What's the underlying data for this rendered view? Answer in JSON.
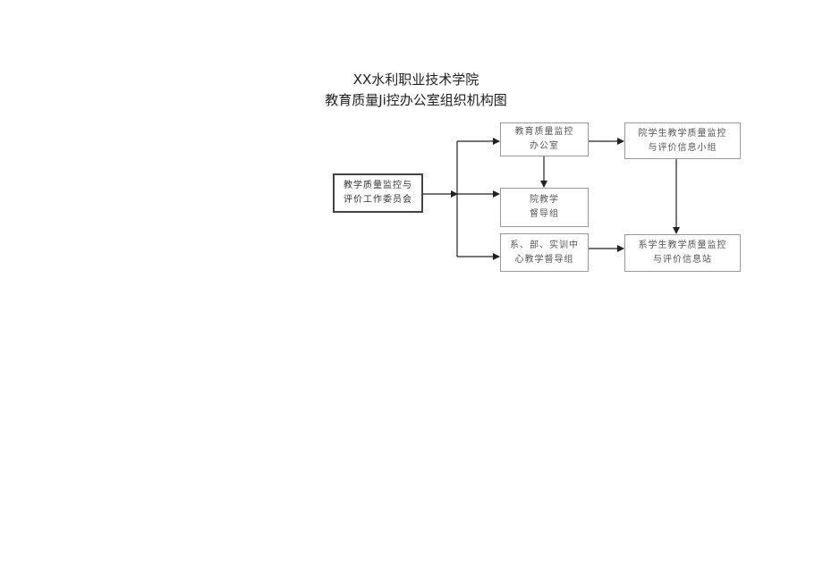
{
  "title": {
    "line1": "XX水利职业技术学院",
    "line2": "教育质量Ji控办公室组织机构图"
  },
  "nodes": {
    "committee": "教学质量监控与\n评价工作委员会",
    "office": "教育质量监控\n办公室",
    "supervision": "院教学\n督导组",
    "dept_supervision": "系、部、实训中\n心教学督导组",
    "college_info": "院学生教学质量监控\n与评价信息小组",
    "dept_info": "系学生教学质量监控\n与评价信息站"
  }
}
